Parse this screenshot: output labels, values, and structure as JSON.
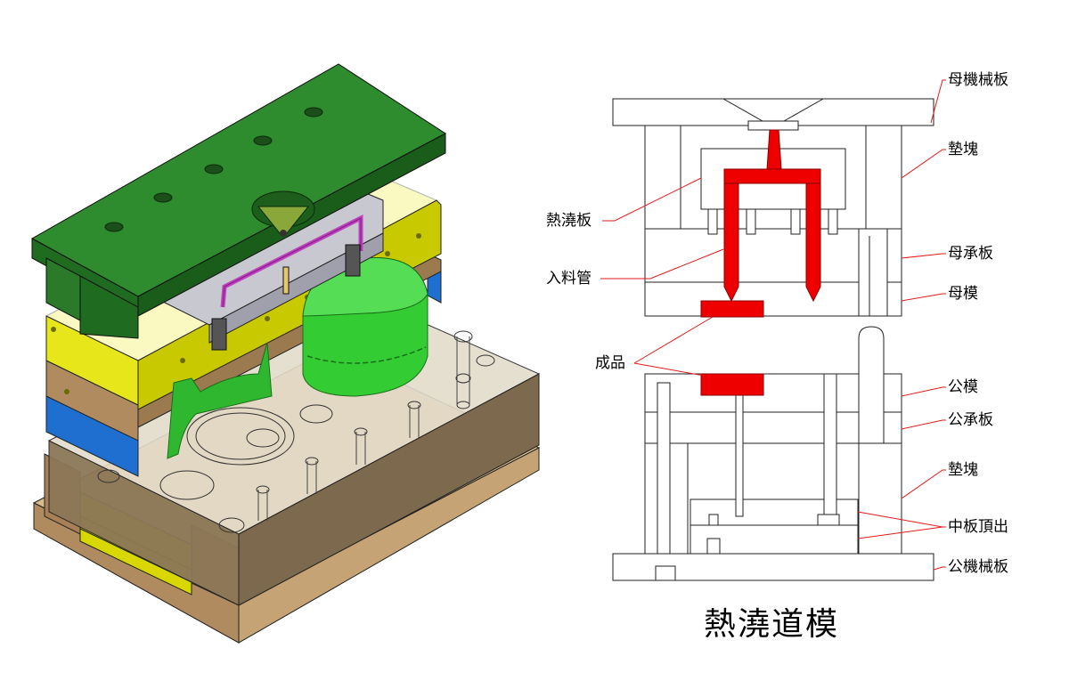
{
  "title": "熱澆道模",
  "labels": {
    "fixed_clamp_plate": "母機械板",
    "spacer_block_top": "墊塊",
    "hot_runner_plate": "熱澆板",
    "cavity_support_plate": "母承板",
    "nozzle_tube": "入料管",
    "cavity_plate": "母模",
    "product": "成品",
    "core_plate": "公模",
    "core_support_plate": "公承板",
    "spacer_block_bottom": "墊塊",
    "ejector_plate": "中板頂出",
    "moving_clamp_plate": "公機械板"
  },
  "colors": {
    "melt_channel": "#ee0000",
    "leader_line": "#e41a1a",
    "top_plate_green": "#2e7d32",
    "plate_yellow": "#d8d800",
    "plate_tan": "#b08b5f",
    "plate_blue": "#1e6fd0",
    "part_green": "#33cc33",
    "runner_magenta": "#c040c0"
  }
}
